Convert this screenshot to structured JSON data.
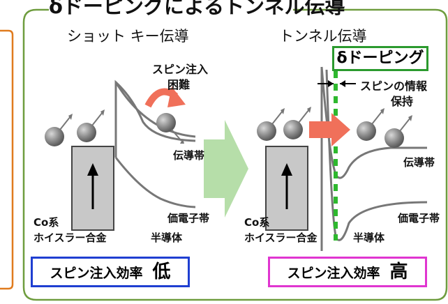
{
  "title": "δドーピングによるトンネル伝導",
  "left": {
    "heading": "ショット キー伝導",
    "annotation_line1": "スピン注入",
    "annotation_line2": "困難",
    "conduction_band": "伝導帯",
    "valence_band": "価電子帯",
    "material_line1": "Co系",
    "material_line2": "ホイスラー合金",
    "semiconductor": "半導体",
    "efficiency_label": "スピン注入効率",
    "efficiency_value": "低"
  },
  "right": {
    "heading": "トンネル伝導",
    "doping_tag": "δドーピング",
    "annotation_line1": "スピンの情報",
    "annotation_line2": "保持",
    "conduction_band": "伝導帯",
    "valence_band": "価電子帯",
    "material_line1": "Co系",
    "material_line2": "ホイスラー合金",
    "semiconductor": "半導体",
    "efficiency_label": "スピン注入効率",
    "efficiency_value": "高"
  },
  "colors": {
    "frame": "#6f9d3f",
    "left_panel": "#e07b1e",
    "left_box_border": "#1f3fd1",
    "right_box_border": "#e035d0",
    "doping_line": "#2eb82e",
    "arrow_fill": "#f0705a",
    "transition_arrow": "#a9d89a",
    "band_curve": "#777777",
    "electrode_fill": "#c8c8c8"
  }
}
